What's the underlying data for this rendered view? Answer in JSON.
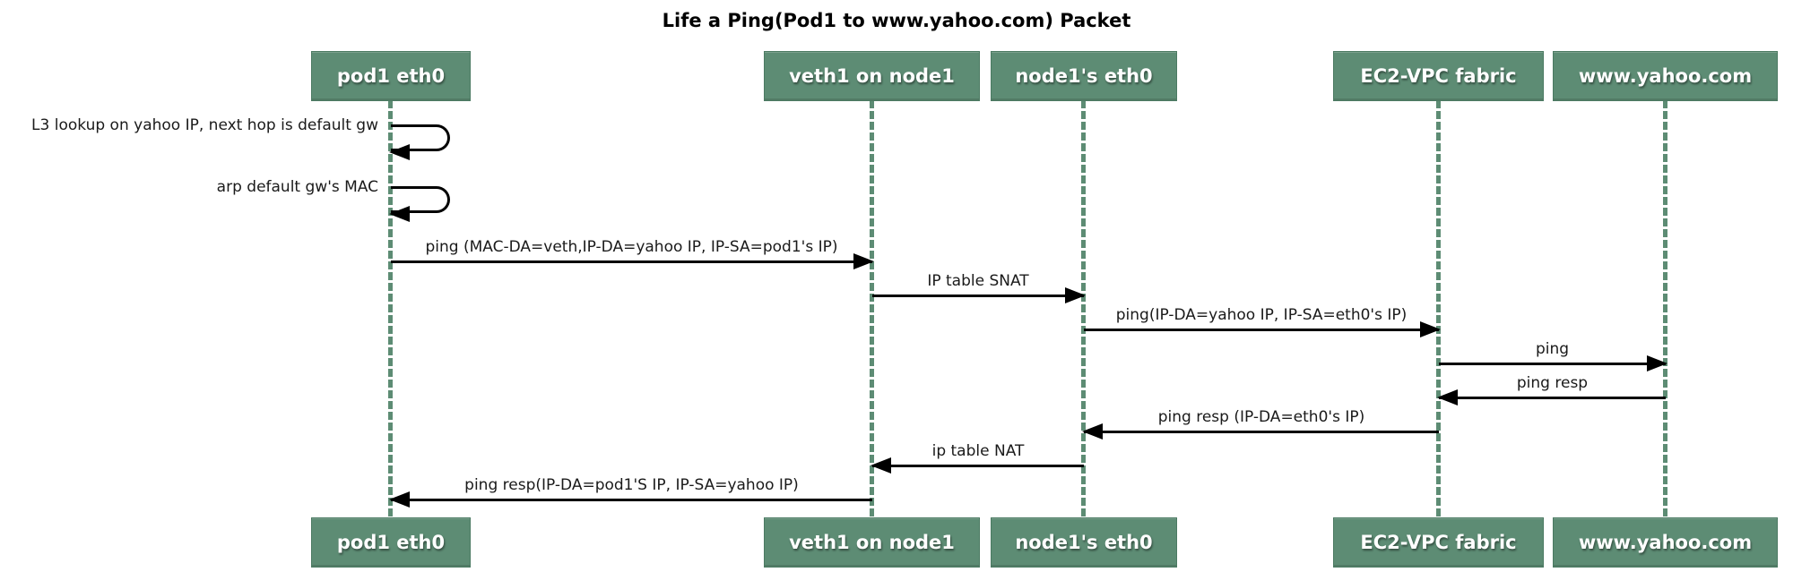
{
  "title": "Life a Ping(Pod1 to www.yahoo.com) Packet",
  "colors": {
    "actor_fill": "#5d8c74",
    "actor_border": "#4b7a62",
    "actor_text": "#ffffff",
    "lifeline": "#5d8c74",
    "arrow": "#000000",
    "label_text": "#1a1a1a",
    "background": "#ffffff"
  },
  "actors": [
    {
      "label": "pod1 eth0"
    },
    {
      "label": "veth1 on node1"
    },
    {
      "label": "node1's eth0"
    },
    {
      "label": "EC2-VPC fabric"
    },
    {
      "label": "www.yahoo.com"
    }
  ],
  "self_messages": [
    {
      "actor": "pod1 eth0",
      "label": "L3 lookup on yahoo IP, next hop is default gw"
    },
    {
      "actor": "pod1 eth0",
      "label": "arp default gw's MAC"
    }
  ],
  "messages": [
    {
      "from": "pod1 eth0",
      "to": "veth1 on node1",
      "direction": "right",
      "label": "ping (MAC-DA=veth,IP-DA=yahoo IP, IP-SA=pod1's IP)"
    },
    {
      "from": "veth1 on node1",
      "to": "node1's eth0",
      "direction": "right",
      "label": "IP table SNAT"
    },
    {
      "from": "node1's eth0",
      "to": "EC2-VPC fabric",
      "direction": "right",
      "label": "ping(IP-DA=yahoo IP, IP-SA=eth0's IP)"
    },
    {
      "from": "EC2-VPC fabric",
      "to": "www.yahoo.com",
      "direction": "right",
      "label": "ping"
    },
    {
      "from": "www.yahoo.com",
      "to": "EC2-VPC fabric",
      "direction": "left",
      "label": "ping resp"
    },
    {
      "from": "EC2-VPC fabric",
      "to": "node1's eth0",
      "direction": "left",
      "label": "ping resp (IP-DA=eth0's IP)"
    },
    {
      "from": "node1's eth0",
      "to": "veth1 on node1",
      "direction": "left",
      "label": "ip table NAT"
    },
    {
      "from": "veth1 on node1",
      "to": "pod1 eth0",
      "direction": "left",
      "label": "ping resp(IP-DA=pod1'S IP, IP-SA=yahoo IP)"
    }
  ]
}
